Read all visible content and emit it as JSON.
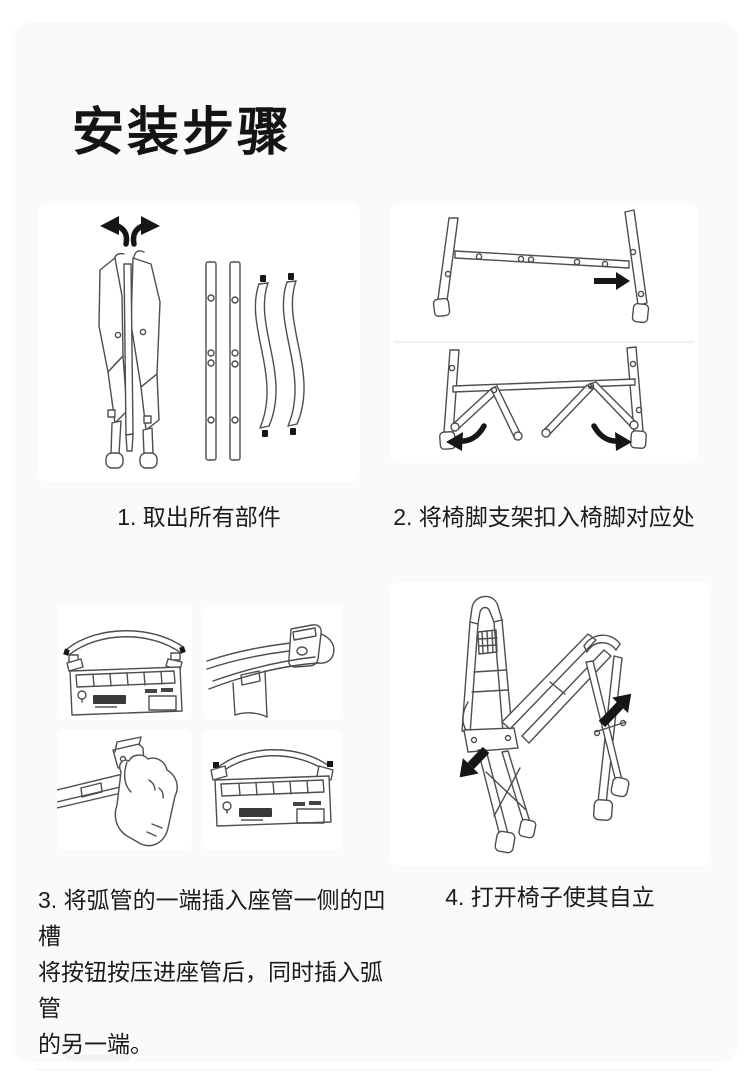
{
  "page": {
    "background": "#ffffff",
    "card_background": "#fafafa",
    "panel_background": "#ffffff",
    "text_color": "#1b1b1b",
    "line_art_color": "#4e4e4e",
    "arrow_color": "#161616"
  },
  "title": "安装步骤",
  "steps": [
    {
      "id": 1,
      "caption": "1. 取出所有部件",
      "illustration": "folded-chair-with-seat-tubes-and-arc-tubes"
    },
    {
      "id": 2,
      "caption": "2. 将椅脚支架扣入椅脚对应处",
      "illustration": "leg-bracket-attachment-two-views"
    },
    {
      "id": 3,
      "caption_lines": [
        "3. 将弧管的一端插入座管一侧的凹槽",
        "将按钮按压进座管后，同时插入弧管",
        "的另一端。"
      ],
      "illustration": "arc-tube-insertion-four-details"
    },
    {
      "id": 4,
      "caption": "4. 打开椅子使其自立",
      "illustration": "opening-chair-upright"
    }
  ]
}
